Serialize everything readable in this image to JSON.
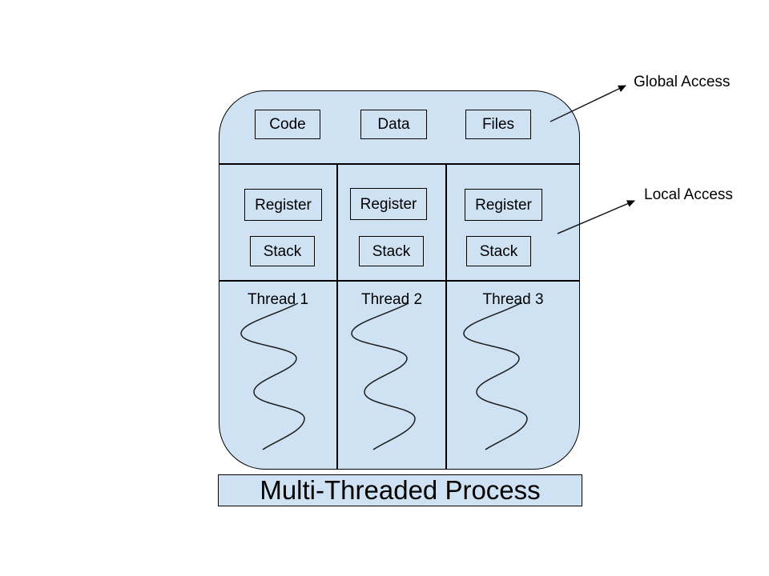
{
  "diagram": {
    "title": "Multi-Threaded Process",
    "process": {
      "shared_resources": [
        {
          "label": "Code"
        },
        {
          "label": "Data"
        },
        {
          "label": "Files"
        }
      ],
      "threads": [
        {
          "name": "Thread 1",
          "register": "Register",
          "stack": "Stack"
        },
        {
          "name": "Thread 2",
          "register": "Register",
          "stack": "Stack"
        },
        {
          "name": "Thread 3",
          "register": "Register",
          "stack": "Stack"
        }
      ]
    },
    "annotations": [
      {
        "label": "Global Access"
      },
      {
        "label": "Local Access"
      }
    ],
    "colors": {
      "shape_fill": "#cfe2f3",
      "stroke": "#000000",
      "background": "#ffffff"
    }
  }
}
